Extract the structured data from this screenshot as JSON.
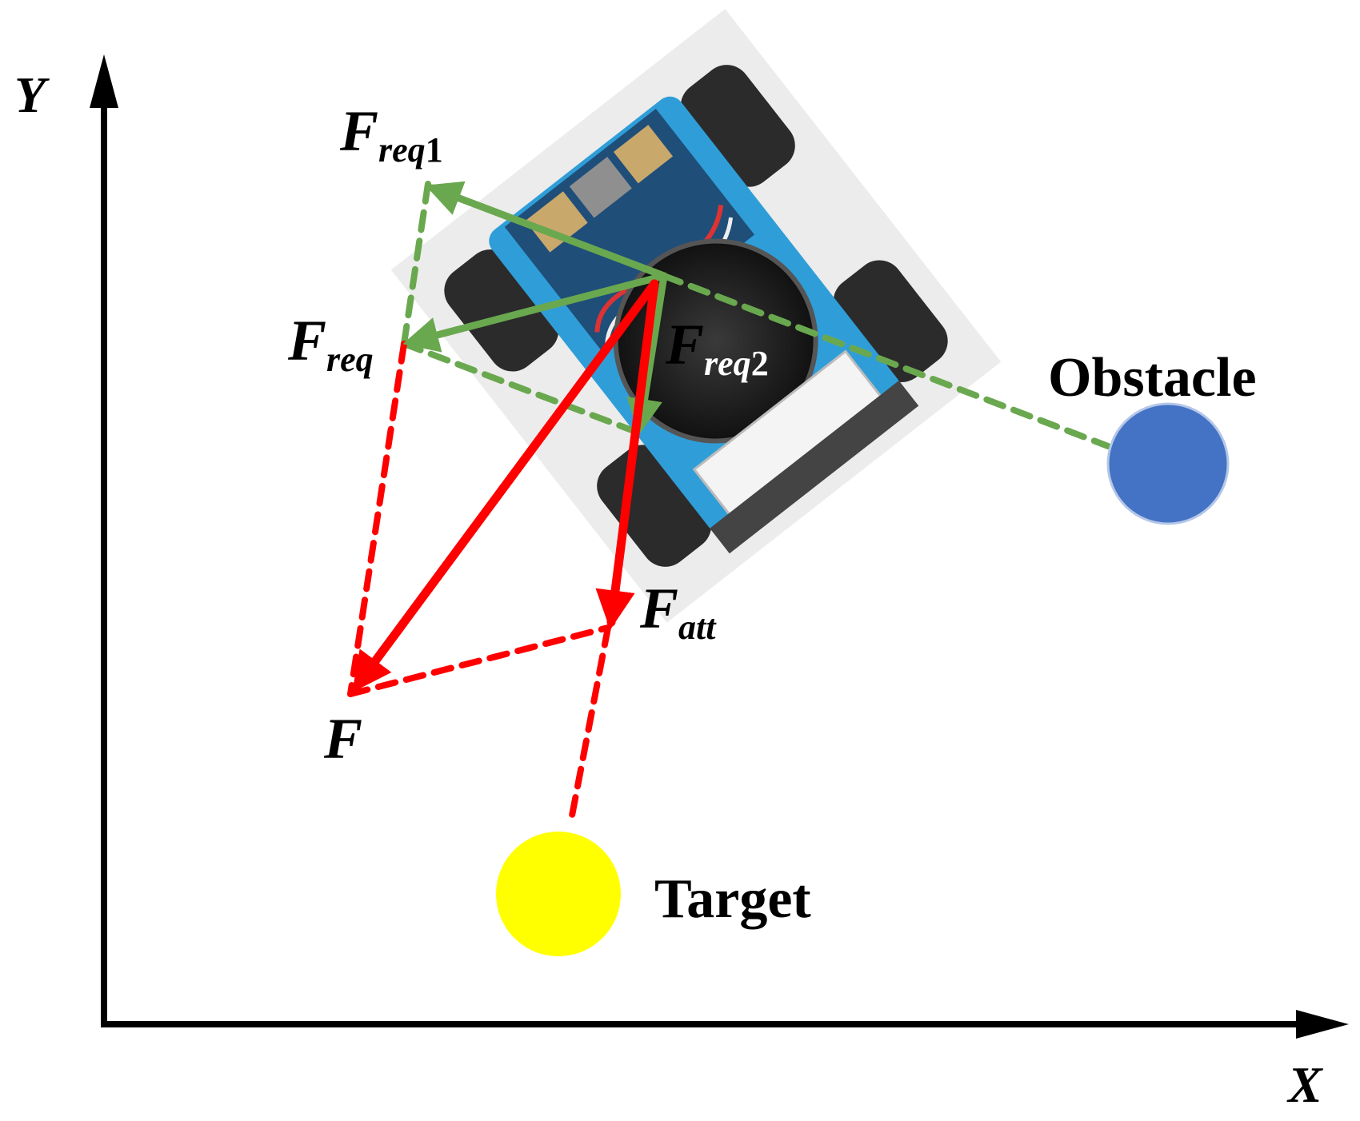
{
  "axes": {
    "x_label": "X",
    "y_label": "Y"
  },
  "labels": {
    "f_req1_main": "F",
    "f_req1_sub": "req",
    "f_req1_num": "1",
    "f_req_main": "F",
    "f_req_sub": "req",
    "f_req2_main": "F",
    "f_req2_sub": "req",
    "f_req2_num": "2",
    "f_att_main": "F",
    "f_att_sub": "att",
    "f_main": "F",
    "obstacle": "Obstacle",
    "target": "Target"
  },
  "colors": {
    "repulsive": "#6aa84f",
    "attractive": "#ff0000",
    "obstacle": "#4472c4",
    "target": "#ffff00",
    "axis": "#000000"
  },
  "robot": {
    "icon": "robot-car-photo-icon"
  }
}
